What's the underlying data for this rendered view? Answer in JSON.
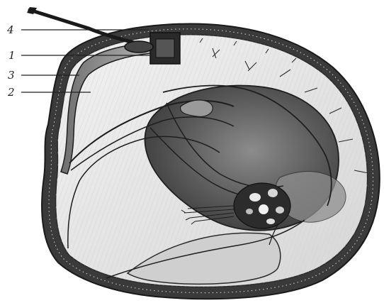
{
  "figure": {
    "labels": [
      {
        "id": "label-4",
        "text": "4"
      },
      {
        "id": "label-1",
        "text": "1"
      },
      {
        "id": "label-3",
        "text": "3"
      },
      {
        "id": "label-2",
        "text": "2"
      }
    ]
  },
  "colors": {
    "ink": "#1e1e1e",
    "shell_outer": "#3a3a3a",
    "mantle": "#8a8a8a",
    "body_mass": "#5e5e5e",
    "paper": "#ffffff",
    "light_tissue": "#e4e4e4"
  }
}
